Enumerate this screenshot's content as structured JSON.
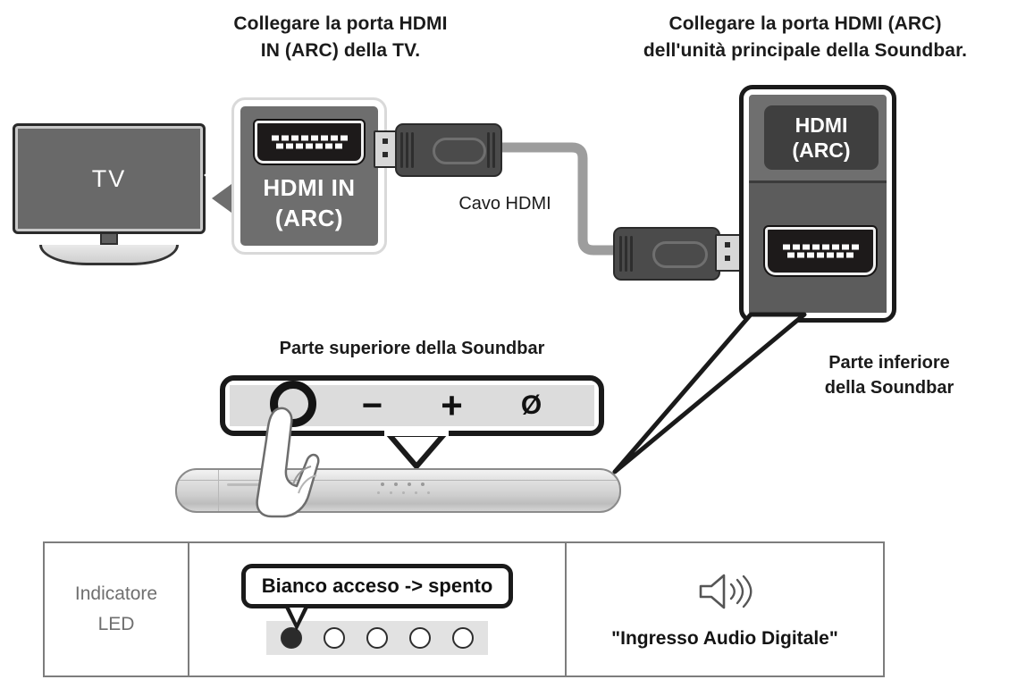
{
  "diagram": {
    "headings": {
      "left": [
        "Collegare la porta HDMI",
        "IN (ARC) della TV."
      ],
      "right": [
        "Collegare la porta HDMI (ARC)",
        "dell'unità principale della Soundbar."
      ]
    },
    "tv": {
      "label": "TV"
    },
    "tv_port_callout": {
      "line1": "HDMI IN",
      "line2": "(ARC)"
    },
    "cable": {
      "label": "Cavo HDMI"
    },
    "soundbar_port_callout": {
      "line1": "HDMI",
      "line2": "(ARC)"
    },
    "soundbar_bottom_label": [
      "Parte inferiore",
      "della Soundbar"
    ],
    "soundbar_top_label": "Parte superiore della Soundbar",
    "controls": [
      {
        "name": "power-button",
        "glyph": ""
      },
      {
        "name": "volume-down-button",
        "glyph": "−"
      },
      {
        "name": "volume-up-button",
        "glyph": "+"
      },
      {
        "name": "mute-button",
        "glyph": "Ø"
      }
    ]
  },
  "status_table": {
    "led_indicator_label": [
      "Indicatore",
      "LED"
    ],
    "bubble_text": "Bianco acceso -> spento",
    "leds": [
      "on",
      "off",
      "off",
      "off",
      "off"
    ],
    "digital_input_text": "\"Ingresso Audio Digitale\""
  },
  "colors": {
    "ink": "#1b1b1b",
    "panel_gray": "#6e6e6e",
    "cable_gray": "#9d9d9d",
    "led_strip": "#e2e2e2",
    "table_border": "#7d7d7d"
  }
}
